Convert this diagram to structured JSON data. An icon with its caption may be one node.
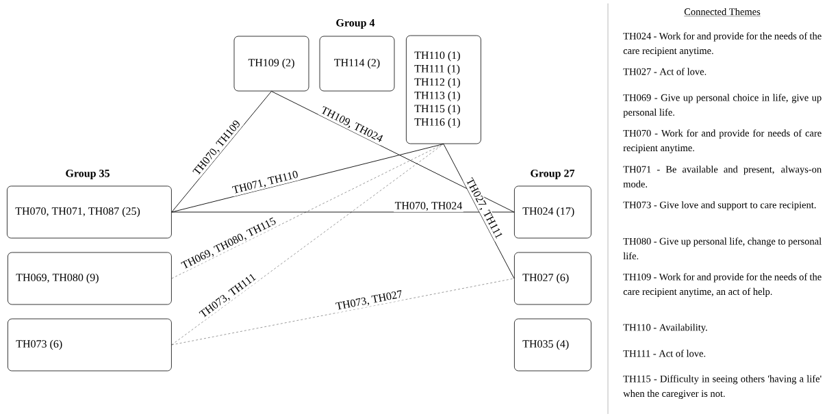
{
  "diagram": {
    "nodes": [
      {
        "text": [
          "TH109 (2)"
        ]
      },
      {
        "text": [
          "TH114 (2)"
        ]
      },
      {
        "text": [
          "TH110 (1)",
          "TH111 (1)",
          "TH112 (1)",
          "TH113 (1)",
          "TH115 (1)",
          "TH116 (1)"
        ]
      },
      {
        "text": [
          "TH070, TH071, TH087 (25)"
        ]
      },
      {
        "text": [
          "TH069, TH080 (9)"
        ]
      },
      {
        "text": [
          "TH073 (6)"
        ]
      },
      {
        "text": [
          "TH024 (17)"
        ]
      },
      {
        "text": [
          "TH027 (6)"
        ]
      },
      {
        "text": [
          "TH035 (4)"
        ]
      }
    ],
    "edges": [
      {
        "from": 0,
        "to": 3,
        "arrow": "none",
        "label": "TH070, TH109"
      },
      {
        "from": 0,
        "to": 6,
        "arrow": "none",
        "label": "TH109, TH024"
      },
      {
        "from": 3,
        "to": 2,
        "arrow": "none",
        "label": "TH071, TH110"
      },
      {
        "from": 3,
        "to": 6,
        "arrow": "none",
        "label": "TH070, TH024"
      },
      {
        "from": 2,
        "to": 7,
        "arrow": "none",
        "label": "TH027, TH111"
      },
      {
        "from": 4,
        "to": 2,
        "arrow": "none",
        "label": "TH069, TH080, TH115",
        "style": "dashed"
      },
      {
        "from": 5,
        "to": 2,
        "arrow": "none",
        "label": "TH073, TH111",
        "style": "dashed"
      },
      {
        "from": 5,
        "to": 7,
        "arrow": "none",
        "label": "TH073, TH027",
        "style": "dashed"
      }
    ],
    "labels": [
      "Group 4",
      "Group 35",
      "Group 27",
      "Connected Themes",
      "TH024 - Work for and provide for the needs of the care recipient anytime.",
      "TH027 - Act of love.",
      "TH069 - Give up personal choice in life, give up personal life.",
      "TH070 - Work for and provide for needs of care recipient anytime.",
      "TH071 - Be available and present, always-on mode.",
      "TH073 - Give love and support to care recipient.",
      "TH080 - Give up personal life, change to personal life.",
      "TH109 - Work for and provide for the needs of the care recipient anytime, an act of help.",
      "TH110 - Availability.",
      "TH111 - Act of love.",
      "TH115 - Difficulty in seeing others 'having a life' when the caregiver is not."
    ]
  }
}
